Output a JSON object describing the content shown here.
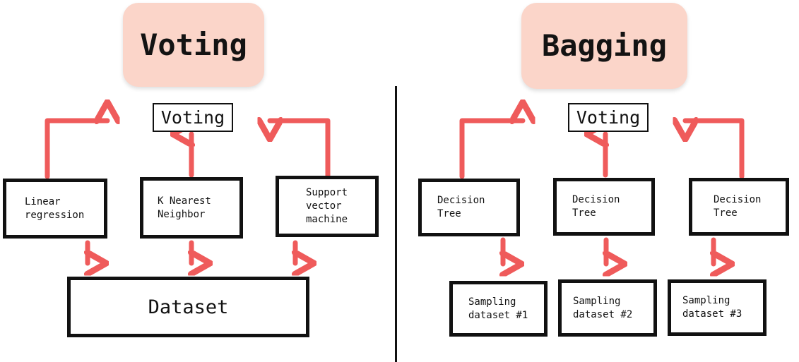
{
  "diagram": {
    "title_left": "Voting",
    "title_right": "Bagging",
    "accent_pink": "#fbd5c9",
    "accent_arrow": "#ef5b5b",
    "stroke_black": "#111111",
    "background": "#ffffff"
  },
  "left_panel": {
    "badge_label": "Voting",
    "combiner_label": "Voting",
    "models": [
      {
        "label": "Linear\nregression"
      },
      {
        "label": "K Nearest\nNeighbor"
      },
      {
        "label": "Support\nvector\nmachine"
      }
    ],
    "dataset_label": "Dataset"
  },
  "right_panel": {
    "badge_label": "Bagging",
    "combiner_label": "Voting",
    "models": [
      {
        "label": "Decision\nTree"
      },
      {
        "label": "Decision\nTree"
      },
      {
        "label": "Decision\nTree"
      }
    ],
    "datasets": [
      {
        "label": "Sampling\ndataset #1"
      },
      {
        "label": "Sampling\ndataset #2"
      },
      {
        "label": "Sampling\ndataset #3"
      }
    ]
  }
}
